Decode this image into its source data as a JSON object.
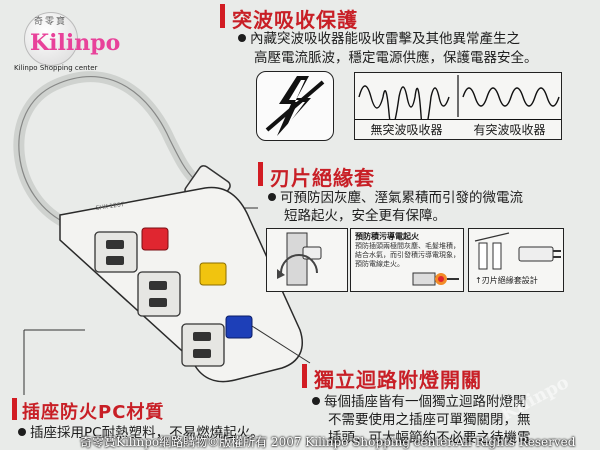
{
  "logo": {
    "top_text": "奇零寶",
    "brand": "Kilinpo",
    "tagline": "Kilinpo Shopping center"
  },
  "section_surge": {
    "title": "突波吸收保護",
    "line1": "內藏突波吸收器能吸收雷擊及其他異常產生之",
    "line2": "高壓電流脈波，穩定電源供應，保護電器安全。",
    "left_caption": "無突波吸收器",
    "right_caption": "有突波吸收器"
  },
  "section_blade": {
    "title": "刃片絕緣套",
    "line1": "可預防因灰塵、溼氣累積而引發的微電流",
    "line2": "短路起火，安全更有保障。",
    "note_title": "預防積污導電起火",
    "note_lines": [
      "預防插頭兩極間灰塵、毛髮堆積，",
      "結合水氣，而引發積污導電現象，",
      "預防電線走火。"
    ],
    "blade_caption": "↑刃片絕緣套設計"
  },
  "section_switch": {
    "title": "獨立迴路附燈開關",
    "line1": "每個插座皆有一個獨立迴路附燈開",
    "line2": "不需要使用之插座可單獨關閉，無",
    "line3": "插頭，可大幅節約不必要之待機電"
  },
  "section_fire": {
    "title": "插座防火PC材質",
    "line1": "插座採用PC耐熱塑料，不易燃燒起火。"
  },
  "strip": {
    "label": "SHK-1207"
  },
  "watermark": "Kilinpo",
  "footer": "奇零寶Kilinpo網路購物©版權所有 2007 Kilinpo Shopping center.All Rights Reserved",
  "colors": {
    "accent_red": "#c81f26",
    "switch_red": "#e02630",
    "switch_yellow": "#f1c40f",
    "switch_blue": "#1d3fb8",
    "logo_pink": "#e8429a"
  }
}
